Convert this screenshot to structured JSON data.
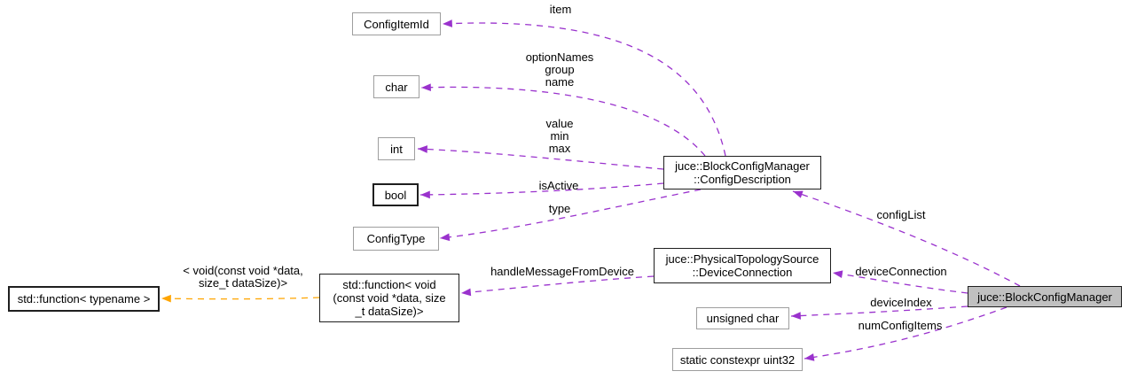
{
  "diagram": {
    "kind": "collaboration-graph",
    "main_class": "juce::BlockConfigManager",
    "colors": {
      "usage_edge": "#9a32cd",
      "template_edge": "#ffa500",
      "main_node_fill": "#c0c0c0",
      "documented_border": "#1f1f1f",
      "plain_border": "#9e9e9e",
      "background": "#ffffff"
    },
    "nodes": {
      "config_item_id": {
        "label": "ConfigItemId"
      },
      "char_type": {
        "label": "char"
      },
      "int_type": {
        "label": "int"
      },
      "bool_type": {
        "label": "bool"
      },
      "config_type": {
        "label": "ConfigType"
      },
      "std_function_typename": {
        "label": "std::function< typename >"
      },
      "std_function_void": {
        "label": "std::function< void\n(const void *data, size\n_t dataSize)>"
      },
      "config_description": {
        "label": "juce::BlockConfigManager\n::ConfigDescription"
      },
      "device_connection": {
        "label": "juce::PhysicalTopologySource\n::DeviceConnection"
      },
      "unsigned_char": {
        "label": "unsigned char"
      },
      "static_constexpr_uint32": {
        "label": "static constexpr uint32"
      },
      "block_config_manager": {
        "label": "juce::BlockConfigManager"
      }
    },
    "edge_labels": {
      "item": "item",
      "option_names_group_name": "optionNames\ngroup\nname",
      "value_min_max": "value\nmin\nmax",
      "is_active": "isActive",
      "type": "type",
      "handle_message_from_device": "handleMessageFromDevice",
      "config_list": "configList",
      "device_connection": "deviceConnection",
      "device_index": "deviceIndex",
      "num_config_items": "numConfigItems",
      "template_args": "< void(const void *data,\nsize_t dataSize)>"
    }
  }
}
